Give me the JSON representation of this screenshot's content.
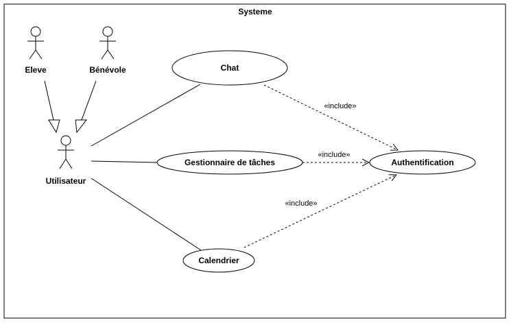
{
  "diagram": {
    "system_title": "Systeme",
    "actors": {
      "eleve": "Eleve",
      "benevole": "Bénévole",
      "utilisateur": "Utilisateur"
    },
    "use_cases": {
      "chat": "Chat",
      "gestionnaire": "Gestionnaire de tâches",
      "calendrier": "Calendrier",
      "authentification": "Authentification"
    },
    "relations": {
      "include_chat": "«include»",
      "include_gestionnaire": "«include»",
      "include_calendrier": "«include»"
    }
  }
}
